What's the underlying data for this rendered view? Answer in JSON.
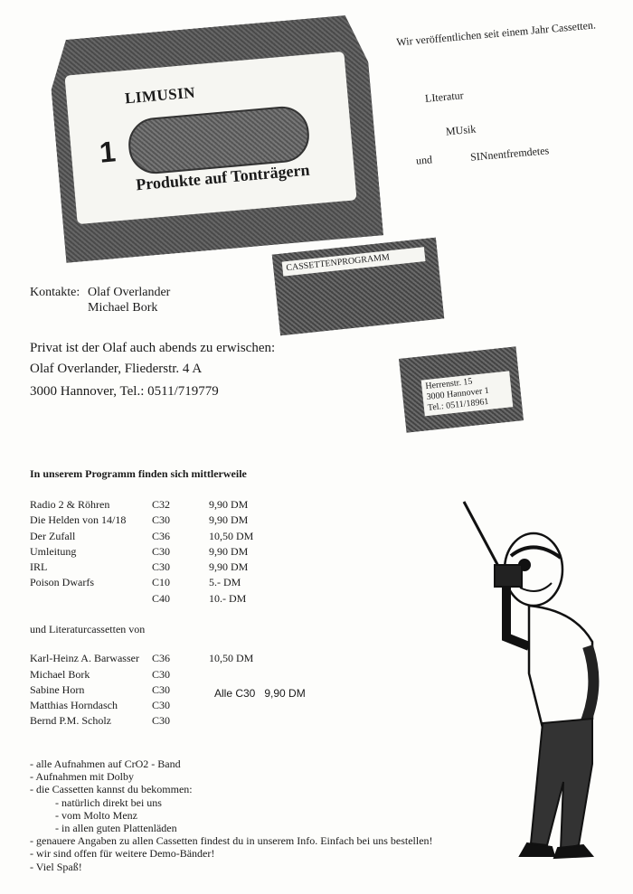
{
  "cassette": {
    "brand": "LIMUSIN",
    "number": "1",
    "subtitle": "Produkte auf Tonträgern"
  },
  "tagline": "Wir veröffentlichen seit einem Jahr Cassetten.",
  "acronym": [
    "LIteratur",
    "MUsik",
    "und",
    "SINnentfremdetes"
  ],
  "stamp_program": "CASSETTENPROGRAMM",
  "stamp_address": [
    "Herrenstr. 15",
    "3000 Hannover 1",
    "Tel.: 0511/18961"
  ],
  "contacts": {
    "label": "Kontakte:",
    "names": [
      "Olaf Overlander",
      "Michael Bork"
    ]
  },
  "private": {
    "intro": "Privat ist der Olaf auch abends zu erwischen:",
    "line1": "Olaf Overlander, Fliederstr. 4 A",
    "line2": "3000 Hannover, Tel.: 0511/719779"
  },
  "program_heading": "In unserem Programm finden sich mittlerweile",
  "program": [
    {
      "title": "Radio 2 & Röhren",
      "type": "C32",
      "price": "9,90 DM"
    },
    {
      "title": "Die Helden von 14/18",
      "type": "C30",
      "price": "9,90 DM"
    },
    {
      "title": "Der Zufall",
      "type": "C36",
      "price": "10,50 DM"
    },
    {
      "title": "Umleitung",
      "type": "C30",
      "price": "9,90 DM"
    },
    {
      "title": "IRL",
      "type": "C30",
      "price": "9,90 DM"
    },
    {
      "title": "Poison Dwarfs",
      "type": "C10",
      "price": "5.- DM"
    },
    {
      "title": "",
      "type": "C40",
      "price": "10.- DM"
    }
  ],
  "literature_heading": "und Literaturcassetten von",
  "literature": [
    {
      "title": "Karl-Heinz A. Barwasser",
      "type": "C36",
      "price": "10,50 DM"
    },
    {
      "title": "Michael Bork",
      "type": "C30",
      "price": ""
    },
    {
      "title": "Sabine Horn",
      "type": "C30",
      "price": ""
    },
    {
      "title": "Matthias Horndasch",
      "type": "C30",
      "price": ""
    },
    {
      "title": "Bernd P.M. Scholz",
      "type": "C30",
      "price": ""
    }
  ],
  "all_c30": "Alle C30   9,90 DM",
  "notes": [
    "- alle Aufnahmen auf CrO2 - Band",
    "- Aufnahmen mit Dolby",
    "- die Cassetten kannst du bekommen:",
    "    - natürlich direkt bei uns",
    "    - vom Molto Menz",
    "    - in allen guten Plattenläden",
    "- genauere Angaben zu allen Cassetten findest du in unserem Info. Einfach bei uns bestellen!",
    "- wir sind offen für weitere Demo-Bänder!",
    "- Viel Spaß!"
  ],
  "colors": {
    "ink": "#1a1a1a",
    "paper": "#fdfdfb",
    "stipple": "#555555"
  },
  "icons": [
    "cassette-icon",
    "man-with-radio-illustration"
  ]
}
